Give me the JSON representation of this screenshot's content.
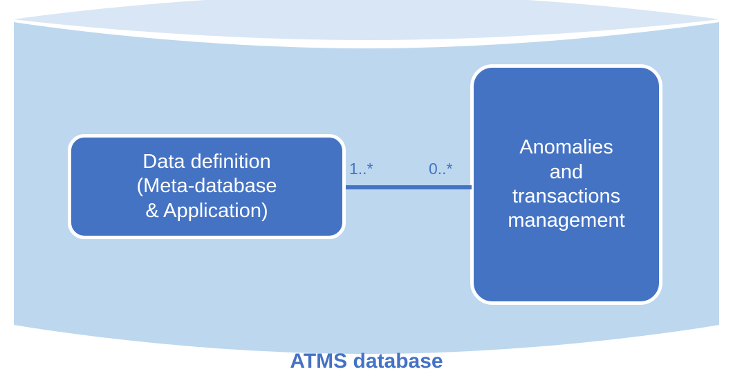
{
  "diagram": {
    "type": "uml-component-diagram",
    "caption": "ATMS database",
    "container": {
      "shape": "database-cylinder",
      "body_color": "#bdd7ee",
      "top_color": "#d9e6f5",
      "edge_color": "#ffffff"
    },
    "accent_color": "#4573c4",
    "caption_color": "#4472c4",
    "components": [
      {
        "id": "data-definition",
        "label": "Data definition\n(Meta-database\n& Application)",
        "fill": "#4573c4",
        "text_color": "#ffffff",
        "border_color": "#ffffff"
      },
      {
        "id": "anomalies-transactions",
        "label": "Anomalies\nand\ntransactions\nmanagement",
        "fill": "#4573c4",
        "text_color": "#ffffff",
        "border_color": "#ffffff"
      }
    ],
    "association": {
      "source_multiplicity": "1..*",
      "target_multiplicity": "0..*",
      "line_color": "#4573c4"
    }
  }
}
